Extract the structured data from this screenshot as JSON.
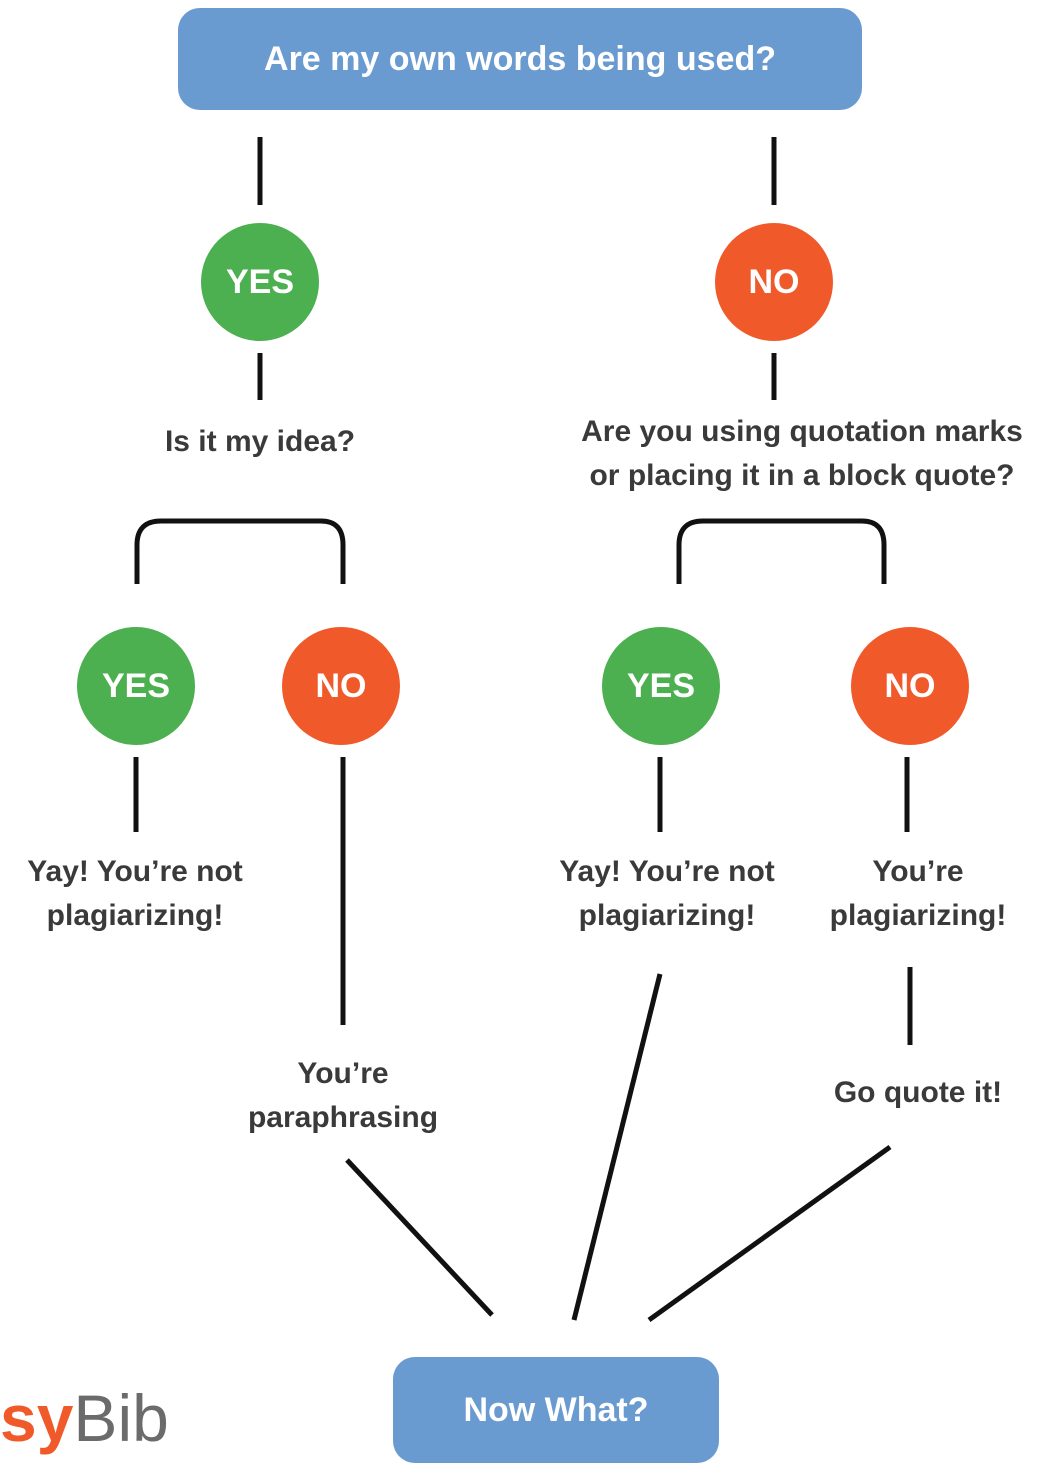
{
  "top_question": "Are my own words being used?",
  "top_yes": "YES",
  "top_no": "NO",
  "left_question": "Is it my idea?",
  "right_question_line1": "Are you using quotation marks",
  "right_question_line2": "or placing it in a block quote?",
  "left_yes": "YES",
  "left_no": "NO",
  "right_yes": "YES",
  "right_no": "NO",
  "out1_line1": "Yay! You’re not",
  "out1_line2": "plagiarizing!",
  "out2_line1": "You’re",
  "out2_line2": "paraphrasing",
  "out3_line1": "Yay! You’re not",
  "out3_line2": "plagiarizing!",
  "out4_line1": "You’re",
  "out4_line2": "plagiarizing!",
  "out5": "Go quote it!",
  "final_box": "Now What?",
  "logo_part1": "sy",
  "logo_part2": "Bib",
  "colors": {
    "box": "#6a9bd0",
    "yes": "#4caf50",
    "no": "#f05a2b",
    "text": "#3a3a3a"
  }
}
